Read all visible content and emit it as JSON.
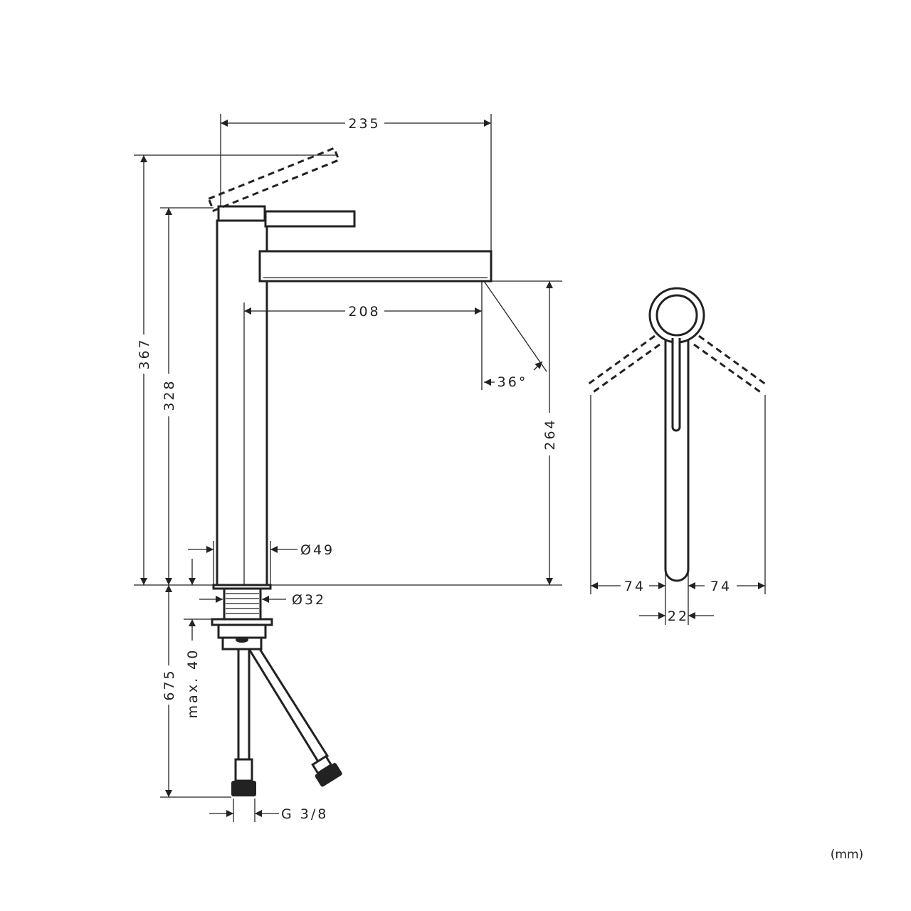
{
  "dimensions": {
    "total_width": "235",
    "total_height": "367",
    "body_height": "328",
    "spout_reach": "208",
    "spout_angle": "36°",
    "spout_height": "264",
    "body_diameter": "Ø49",
    "thread_diameter": "Ø32",
    "max_deck_thickness": "max. 40",
    "hose_length": "675",
    "connection": "G 3/8",
    "swivel_left": "74",
    "swivel_right": "74",
    "handle_width": "22"
  },
  "units": "(mm)"
}
